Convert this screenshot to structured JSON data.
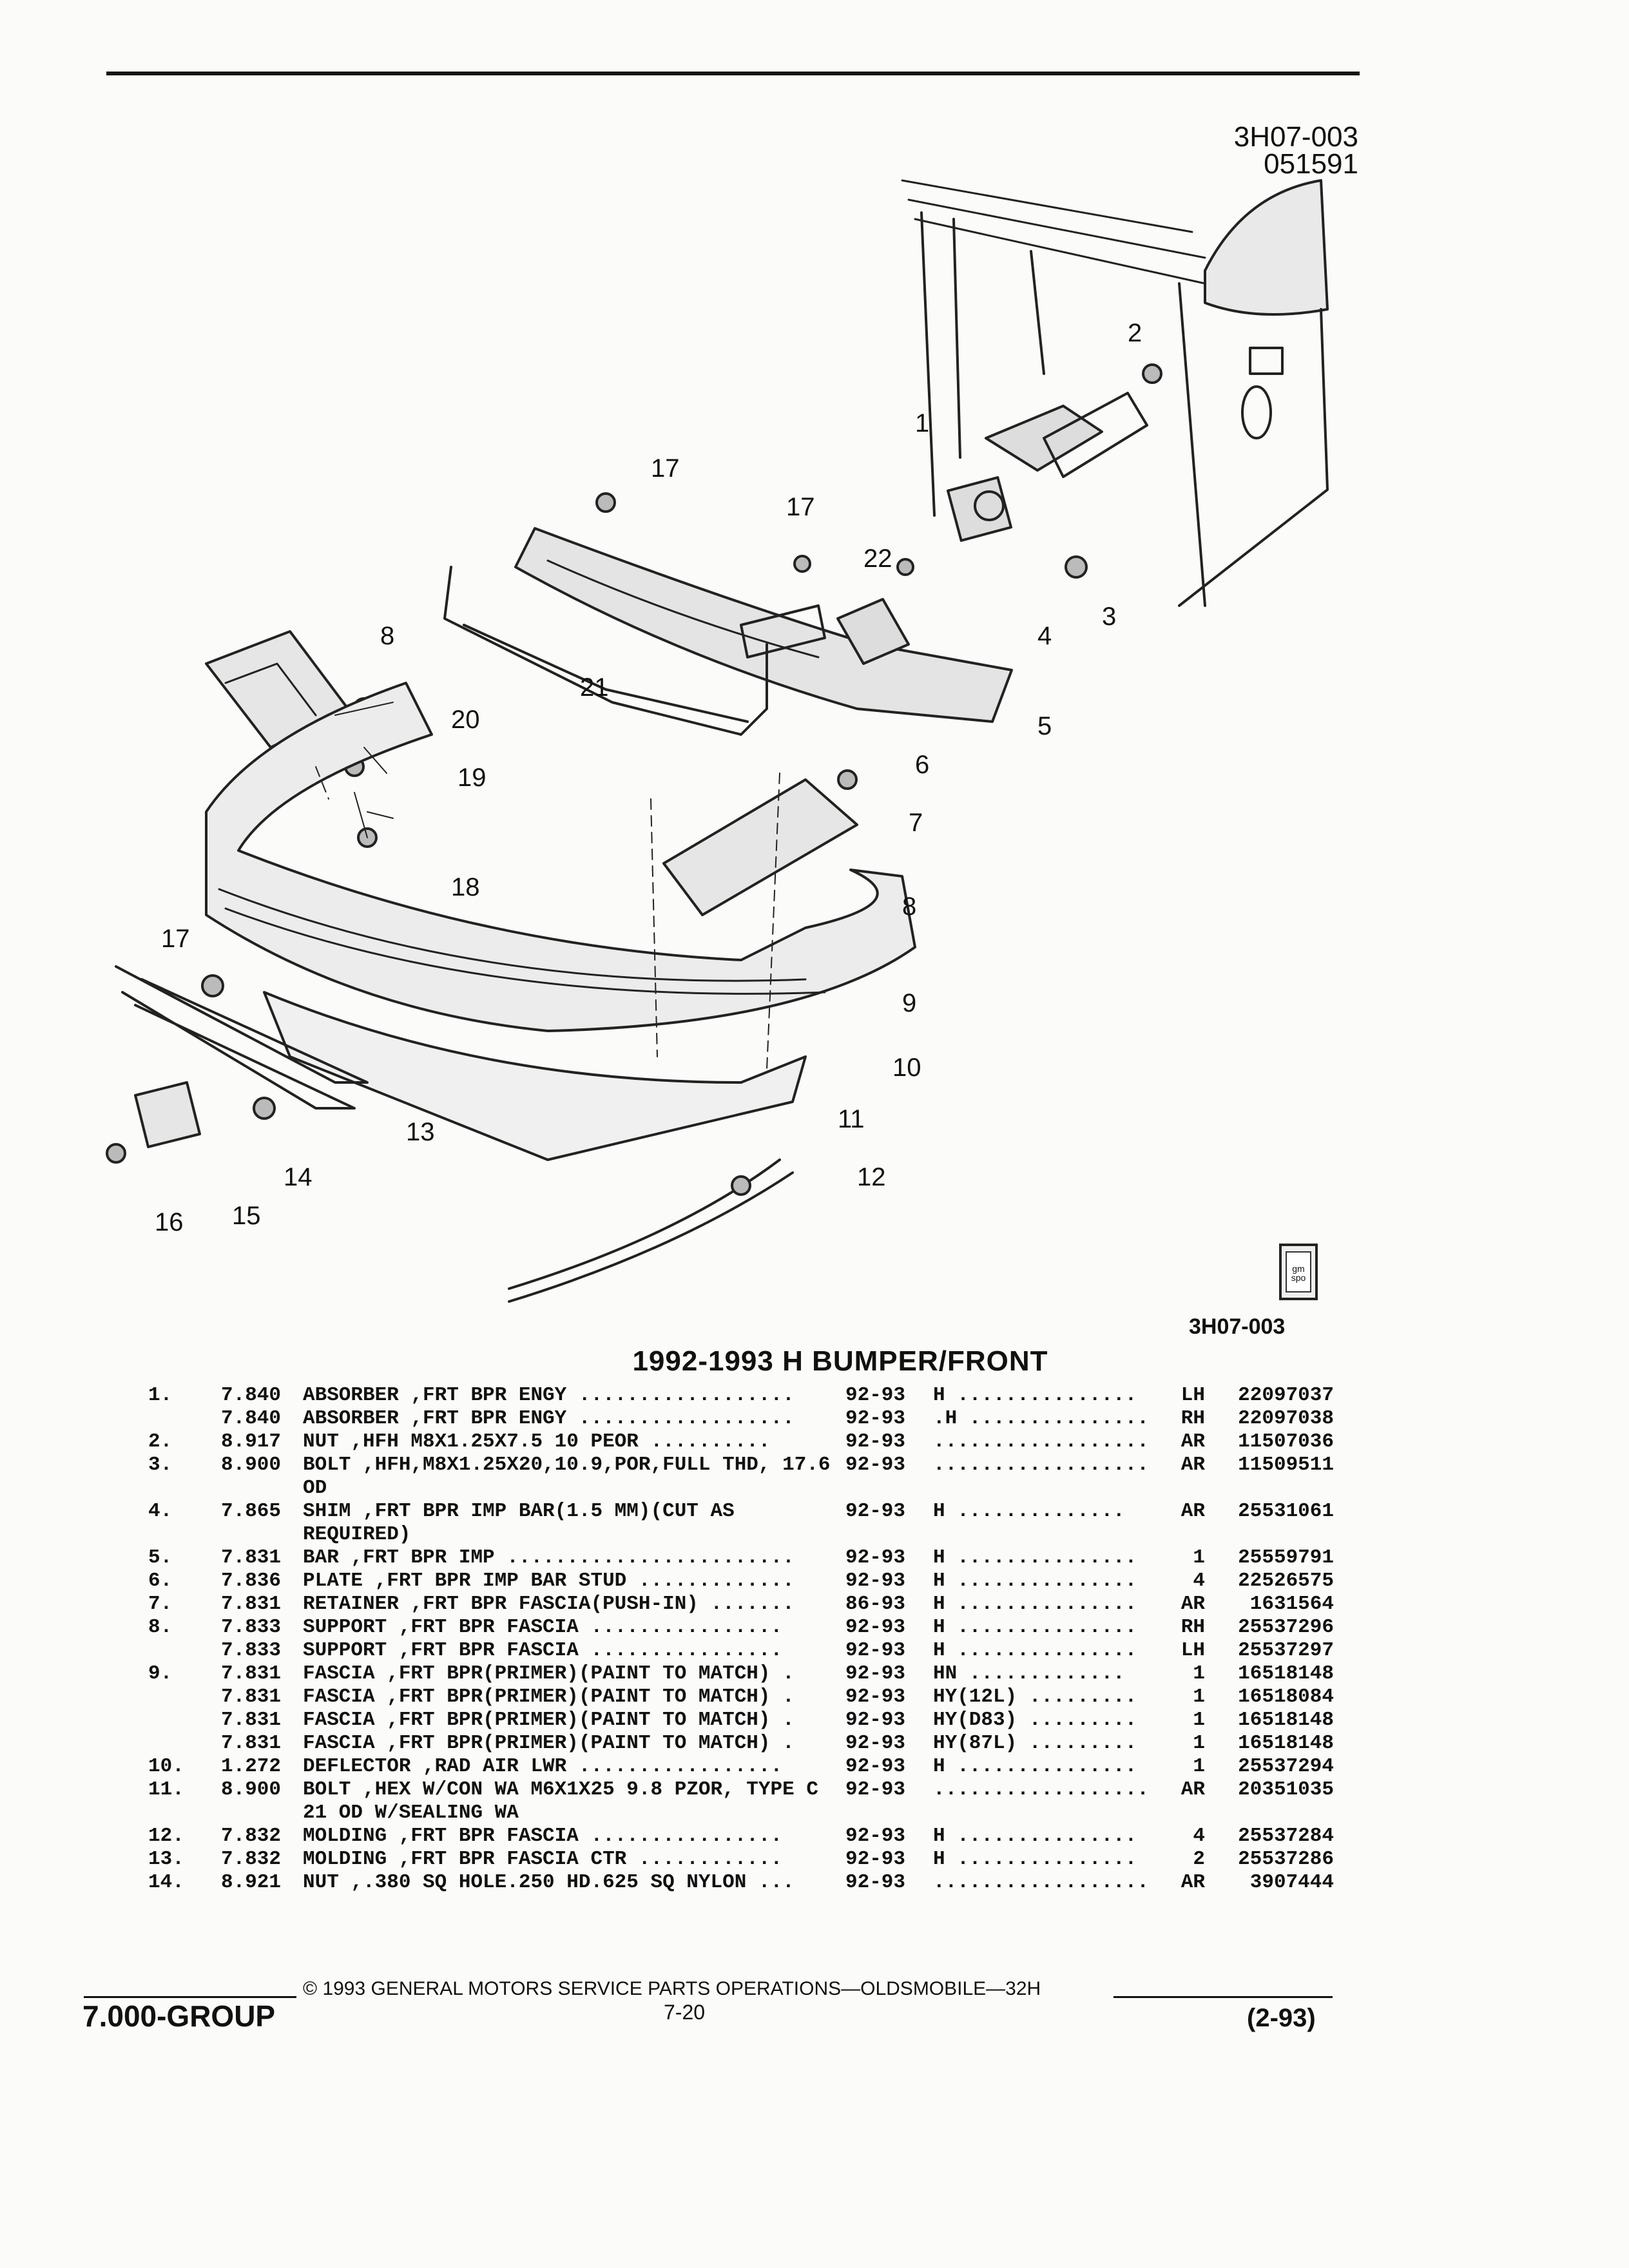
{
  "header": {
    "figure_code": "3H07-003",
    "date_code": "051591"
  },
  "diagram": {
    "callouts": [
      "1",
      "2",
      "3",
      "4",
      "5",
      "6",
      "7",
      "8",
      "8",
      "9",
      "10",
      "11",
      "12",
      "13",
      "14",
      "15",
      "16",
      "17",
      "17",
      "17",
      "18",
      "19",
      "20",
      "21",
      "22"
    ],
    "logo_text": "gm spo",
    "figure_code_bottom": "3H07-003"
  },
  "section_title": "1992-1993 H BUMPER/FRONT",
  "parts": [
    {
      "item": "1.",
      "group": "7.840",
      "desc": "ABSORBER ,FRT BPR ENGY ..................",
      "years": "92-93",
      "opt": "H ...............",
      "qty": "LH",
      "pn": "22097037"
    },
    {
      "item": "",
      "group": "7.840",
      "desc": "ABSORBER ,FRT BPR ENGY ..................",
      "years": "92-93",
      "opt": ".H ...............",
      "qty": "RH",
      "pn": "22097038"
    },
    {
      "item": "2.",
      "group": "8.917",
      "desc": "NUT ,HFH M8X1.25X7.5 10 PEOR ..........",
      "years": "92-93",
      "opt": "..................",
      "qty": "AR",
      "pn": "11507036"
    },
    {
      "item": "3.",
      "group": "8.900",
      "desc": "BOLT ,HFH,M8X1.25X20,10.9,POR,FULL THD, 17.6 OD",
      "years": "92-93",
      "opt": "..................",
      "qty": "AR",
      "pn": "11509511",
      "tall": true
    },
    {
      "item": "4.",
      "group": "7.865",
      "desc": "SHIM ,FRT BPR IMP BAR(1.5 MM)(CUT AS REQUIRED)",
      "years": "92-93",
      "opt": "H ..............",
      "qty": "AR",
      "pn": "25531061",
      "tall": true
    },
    {
      "item": "5.",
      "group": "7.831",
      "desc": "BAR ,FRT BPR IMP ........................",
      "years": "92-93",
      "opt": "H ...............",
      "qty": "1",
      "pn": "25559791"
    },
    {
      "item": "6.",
      "group": "7.836",
      "desc": "PLATE ,FRT BPR IMP BAR STUD .............",
      "years": "92-93",
      "opt": "H ...............",
      "qty": "4",
      "pn": "22526575"
    },
    {
      "item": "7.",
      "group": "7.831",
      "desc": "RETAINER ,FRT BPR FASCIA(PUSH-IN) .......",
      "years": "86-93",
      "opt": "H ...............",
      "qty": "AR",
      "pn": "1631564"
    },
    {
      "item": "8.",
      "group": "7.833",
      "desc": "SUPPORT ,FRT BPR FASCIA ................",
      "years": "92-93",
      "opt": "H ...............",
      "qty": "RH",
      "pn": "25537296"
    },
    {
      "item": "",
      "group": "7.833",
      "desc": "SUPPORT ,FRT BPR FASCIA ................",
      "years": "92-93",
      "opt": "H ...............",
      "qty": "LH",
      "pn": "25537297"
    },
    {
      "item": "9.",
      "group": "7.831",
      "desc": "FASCIA ,FRT BPR(PRIMER)(PAINT TO MATCH) .",
      "years": "92-93",
      "opt": "HN .............",
      "qty": "1",
      "pn": "16518148"
    },
    {
      "item": "",
      "group": "7.831",
      "desc": "FASCIA ,FRT BPR(PRIMER)(PAINT TO MATCH) .",
      "years": "92-93",
      "opt": "HY(12L) .........",
      "qty": "1",
      "pn": "16518084"
    },
    {
      "item": "",
      "group": "7.831",
      "desc": "FASCIA ,FRT BPR(PRIMER)(PAINT TO MATCH) .",
      "years": "92-93",
      "opt": "HY(D83) .........",
      "qty": "1",
      "pn": "16518148"
    },
    {
      "item": "",
      "group": "7.831",
      "desc": "FASCIA ,FRT BPR(PRIMER)(PAINT TO MATCH) .",
      "years": "92-93",
      "opt": "HY(87L) .........",
      "qty": "1",
      "pn": "16518148"
    },
    {
      "item": "10.",
      "group": "1.272",
      "desc": "DEFLECTOR ,RAD AIR LWR .................",
      "years": "92-93",
      "opt": "H ...............",
      "qty": "1",
      "pn": "25537294"
    },
    {
      "item": "11.",
      "group": "8.900",
      "desc": "BOLT ,HEX W/CON WA M6X1X25 9.8 PZOR, TYPE C 21 OD W/SEALING WA",
      "years": "92-93",
      "opt": "..................",
      "qty": "AR",
      "pn": "20351035",
      "tall": true
    },
    {
      "item": "12.",
      "group": "7.832",
      "desc": "MOLDING ,FRT BPR FASCIA ................",
      "years": "92-93",
      "opt": "H ...............",
      "qty": "4",
      "pn": "25537284"
    },
    {
      "item": "13.",
      "group": "7.832",
      "desc": "MOLDING ,FRT BPR FASCIA CTR ............",
      "years": "92-93",
      "opt": "H ...............",
      "qty": "2",
      "pn": "25537286"
    },
    {
      "item": "14.",
      "group": "8.921",
      "desc": "NUT ,.380 SQ HOLE.250 HD.625 SQ NYLON ...",
      "years": "92-93",
      "opt": "..................",
      "qty": "AR",
      "pn": "3907444"
    }
  ],
  "footer": {
    "copyright": "© 1993 GENERAL MOTORS SERVICE PARTS OPERATIONS—OLDSMOBILE—32H",
    "group": "7.000-GROUP",
    "page": "7-20",
    "revision": "(2-93)"
  }
}
